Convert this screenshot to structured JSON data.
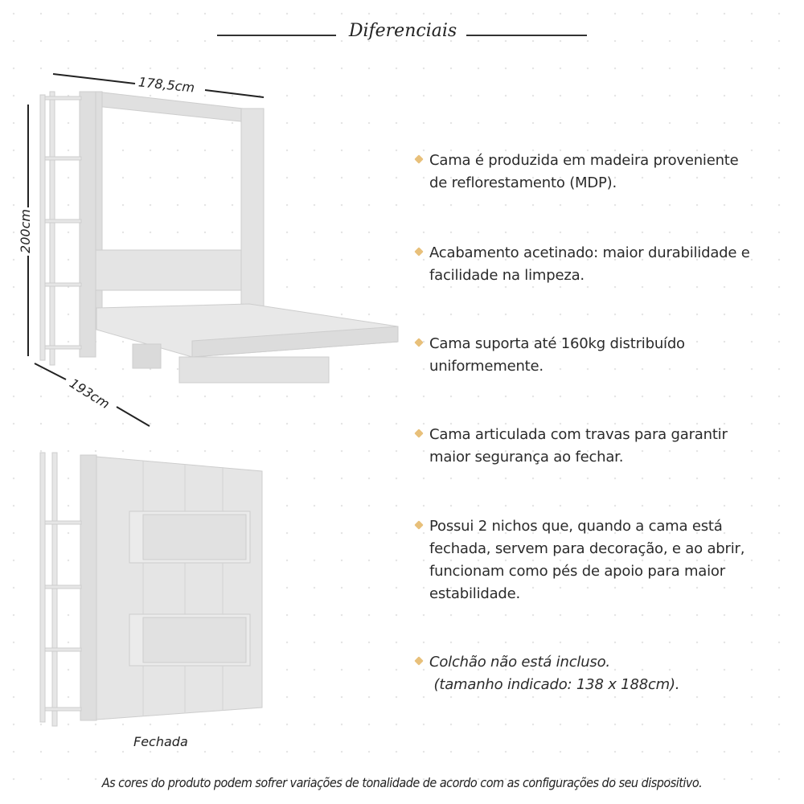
{
  "header": {
    "title": "Diferenciais"
  },
  "diagram_open": {
    "dimensions": {
      "width": "178,5cm",
      "height": "200cm",
      "depth": "193cm"
    }
  },
  "diagram_closed": {
    "caption": "Fechada"
  },
  "features": [
    {
      "icon": "diamond-bullet-icon",
      "lines": [
        "Cama é produzida em madeira proveniente",
        "de reflorestamento (MDP)."
      ],
      "italic": false
    },
    {
      "icon": "diamond-bullet-icon",
      "lines": [
        "Acabamento acetinado: maior durabilidade e",
        "facilidade na limpeza."
      ],
      "italic": false
    },
    {
      "icon": "diamond-bullet-icon",
      "lines": [
        "Cama suporta até 160kg distribuído",
        "uniformemente."
      ],
      "italic": false
    },
    {
      "icon": "diamond-bullet-icon",
      "lines": [
        "Cama articulada com travas para garantir",
        "maior segurança ao fechar."
      ],
      "italic": false
    },
    {
      "icon": "diamond-bullet-icon",
      "lines": [
        "Possui 2 nichos que, quando a cama está",
        "fechada, servem para decoração, e ao abrir,",
        "funcionam como pés de apoio para maior",
        "estabilidade."
      ],
      "italic": false
    },
    {
      "icon": "diamond-bullet-icon",
      "lines": [
        "Colchão não está incluso.",
        " (tamanho indicado: 138 x 188cm)."
      ],
      "italic": true
    }
  ],
  "footer": {
    "disclaimer": "As cores do produto podem sofrer variações de tonalidade de acordo com as configurações do seu dispositivo."
  },
  "colors": {
    "bullet": "#e8c07a",
    "text": "#2b2b2b",
    "furniture": "#e2e2e2",
    "furniture_shade": "#cfcfcf"
  }
}
